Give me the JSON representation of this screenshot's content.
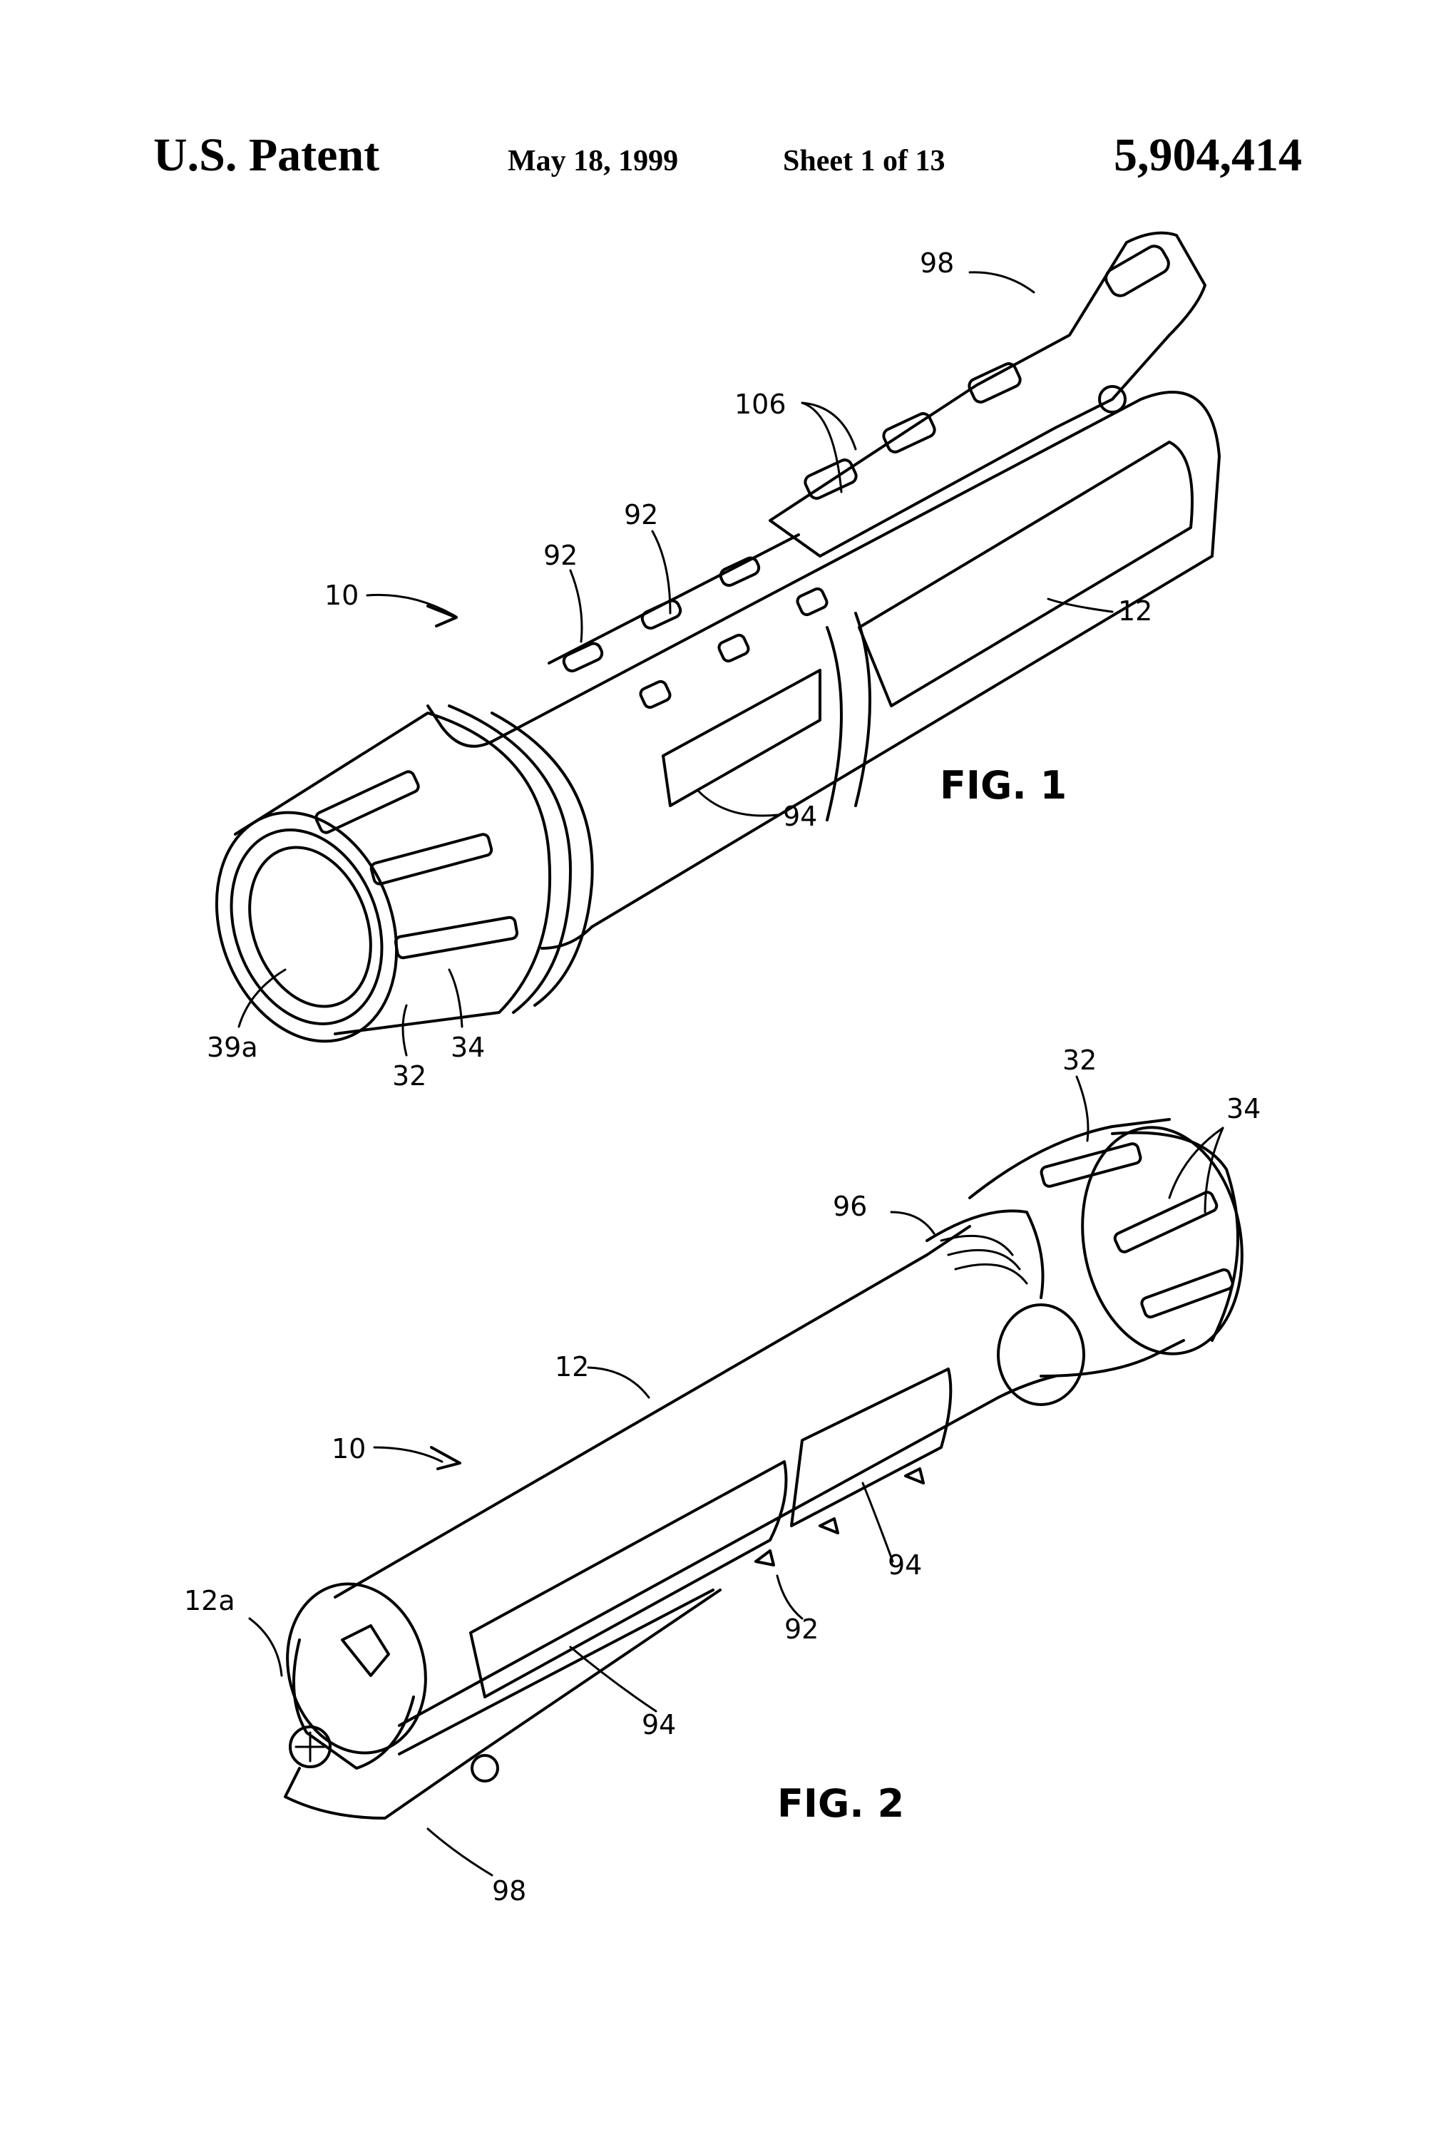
{
  "header": {
    "title": "U.S. Patent",
    "date": "May 18, 1999",
    "sheet": "Sheet 1 of 13",
    "patent_number": "5,904,414"
  },
  "figure1": {
    "caption": "FIG. 1",
    "refs": {
      "r98": "98",
      "r106": "106",
      "r92a": "92",
      "r92b": "92",
      "r10": "10",
      "r12": "12",
      "r94": "94",
      "r39a": "39a",
      "r32": "32",
      "r34": "34"
    }
  },
  "figure2": {
    "caption": "FIG. 2",
    "refs": {
      "r32": "32",
      "r34": "34",
      "r96": "96",
      "r12": "12",
      "r10": "10",
      "r94a": "94",
      "r12a": "12a",
      "r92": "92",
      "r94b": "94",
      "r98": "98"
    }
  }
}
